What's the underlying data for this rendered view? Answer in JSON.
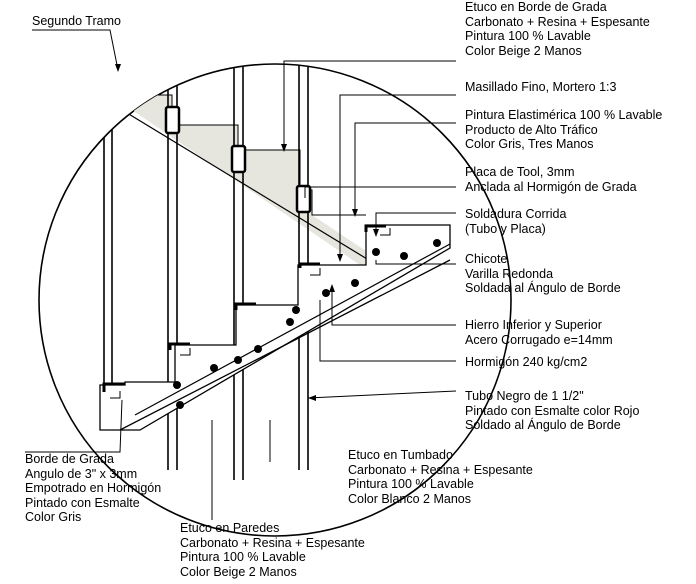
{
  "labels": {
    "segundo_tramo": [
      "Segundo Tramo"
    ],
    "etuco_borde": [
      "Etuco en Borde de Grada",
      "Carbonato + Resina + Espesante",
      "Pintura 100 % Lavable",
      "Color Beige 2 Manos"
    ],
    "masillado": [
      "Masillado Fino, Mortero 1:3"
    ],
    "pintura_elastomerica": [
      "Pintura Elastimérica 100 % Lavable",
      "Producto de Alto Tráfico",
      "Color Gris, Tres Manos"
    ],
    "placa_tool": [
      "Placa de Tool, 3mm",
      "Anclada al Hormigón de Grada"
    ],
    "soldadura": [
      "Soldadura Corrida",
      "(Tubo y Placa)"
    ],
    "chicote": [
      "Chicote",
      "Varilla Redonda",
      "Soldada al Ángulo de Borde"
    ],
    "hierro": [
      "Hierro Inferior y Superior",
      "Acero Corrugado e=14mm"
    ],
    "hormigon": [
      "Hormigón 240 kg/cm2"
    ],
    "tubo_negro": [
      "Tubo Negro de 1 1/2\"",
      "Pintado con Esmalte color Rojo",
      "Soldado al Ángulo de Borde"
    ],
    "borde_grada": [
      "Borde de Grada",
      "Angulo de 3\" x 3mm",
      "Empotrado en Hormigón",
      "Pintado con Esmalte",
      "Color Gris"
    ],
    "etuco_tumbado": [
      "Etuco en Tumbado",
      "Carbonato + Resina + Espesante",
      "Pintura 100 % Lavable",
      "Color Blanco 2 Manos"
    ],
    "etuco_paredes": [
      "Etuco en Paredes",
      "Carbonato + Resina + Espesante",
      "Pintura 100 % Lavable",
      "Color Beige 2 Manos"
    ]
  },
  "colors": {
    "line": "#000000",
    "beige_fill": "#e6e6de",
    "concrete_fill": "#ffffff"
  }
}
